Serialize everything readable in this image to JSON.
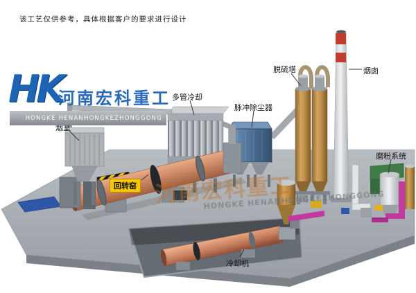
{
  "page": {
    "disclaimer": "该工艺仅供参考，具体根据客户的要求进行设计"
  },
  "logo": {
    "monogram": "HK",
    "company_cn": "河南宏科重工",
    "company_en": "HONGKE HENANHONGKEZHONGGONG"
  },
  "watermark": {
    "cn": "河南宏科重工",
    "en": "HONGKE HENANHONGKEZHONGGONG"
  },
  "labels": {
    "smoke_chamber": "烟室",
    "multi_tube_cooler": "多管冷却",
    "pulse_dust_collector": "脉冲除尘器",
    "desulfurization_tower": "脱硫塔",
    "chimney": "烟囱",
    "grinding_system": "磨粉系统",
    "rotary_kiln": "回转窑",
    "cooler": "冷却机"
  },
  "colors": {
    "kiln_shell": "#d08a66",
    "platform_grey": "#a6abb1",
    "dust_collector_blue": "#4d7096",
    "tower_tan": "#b98a44",
    "chimney_band_red": "#c23b2c",
    "kiln_label_yellow": "#f7c600",
    "logo_blue": "#1e64b4",
    "grinding_green": "#3f7d46",
    "pipe_magenta": "#c2399f"
  }
}
